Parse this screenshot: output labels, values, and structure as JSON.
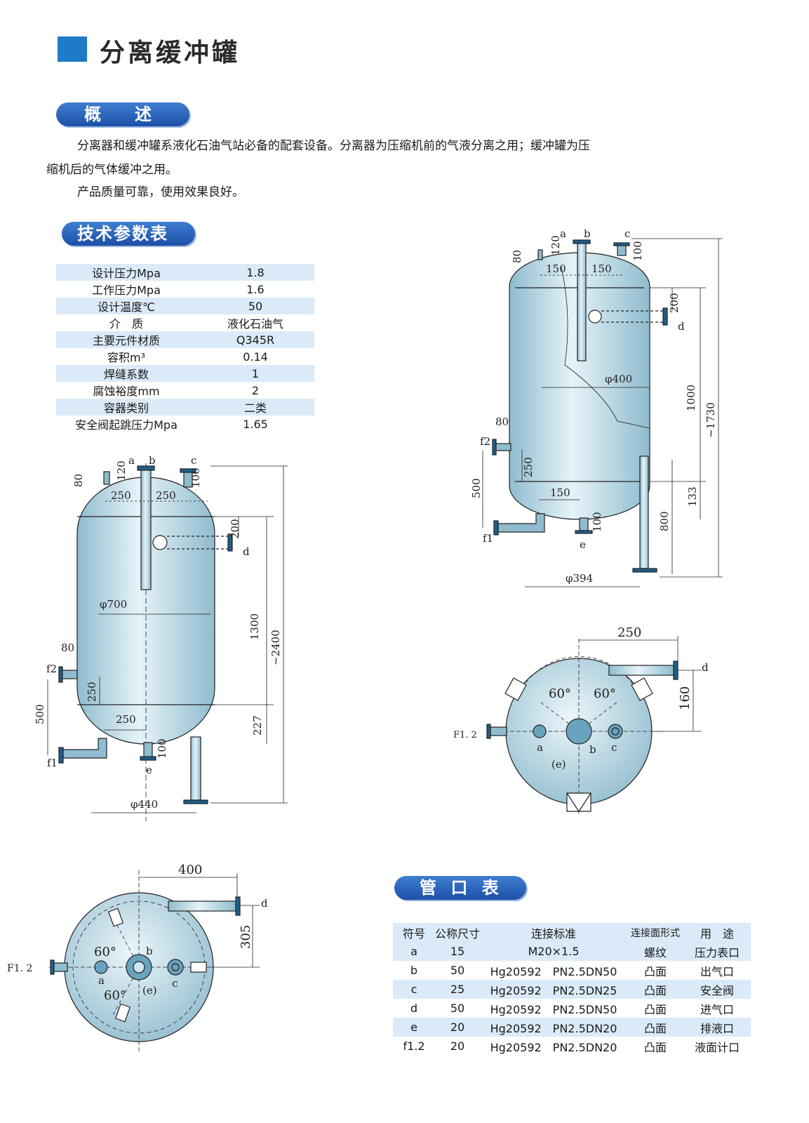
{
  "page_title": "分离缓冲罐",
  "overview": {
    "heading": "概　　述",
    "para1": "分离器和缓冲罐系液化石油气站必备的配套设备。分离器为压缩机前的气液分离之用；缓冲罐为压",
    "para1b": "缩机后的气体缓冲之用。",
    "para2": "产品质量可靠，使用效果良好。"
  },
  "spec": {
    "heading": "技术参数表",
    "rows": [
      {
        "k": "设计压力Mpa",
        "v": "1.8"
      },
      {
        "k": "工作压力Mpa",
        "v": "1.6"
      },
      {
        "k": "设计温度℃",
        "v": "50"
      },
      {
        "k": "介　质",
        "v": "液化石油气"
      },
      {
        "k": "主要元件材质",
        "v": "Q345R"
      },
      {
        "k": "容积m³",
        "v": "0.14"
      },
      {
        "k": "焊缝系数",
        "v": "1"
      },
      {
        "k": "腐蚀裕度mm",
        "v": "2"
      },
      {
        "k": "容器类别",
        "v": "二类"
      },
      {
        "k": "安全阀起跳压力Mpa",
        "v": "1.65"
      }
    ]
  },
  "pipe": {
    "heading": "管 口 表",
    "headers": [
      "符号",
      "公称尺寸",
      "连接标准",
      "连接面形式",
      "用　途"
    ],
    "rows": [
      [
        "a",
        "15",
        "M20×1.5",
        "螺纹",
        "压力表口"
      ],
      [
        "b",
        "50",
        "Hg20592　PN2.5DN50",
        "凸面",
        "出气口"
      ],
      [
        "c",
        "25",
        "Hg20592　PN2.5DN25",
        "凸面",
        "安全阀"
      ],
      [
        "d",
        "50",
        "Hg20592　PN2.5DN50",
        "凸面",
        "进气口"
      ],
      [
        "e",
        "20",
        "Hg20592　PN2.5DN20",
        "凸面",
        "排液口"
      ],
      [
        "f1.2",
        "20",
        "Hg20592　PN2.5DN20",
        "凸面",
        "液面计口"
      ]
    ]
  },
  "large_vessel": {
    "labels": {
      "a": "a",
      "b": "b",
      "c": "c",
      "d": "d",
      "e": "e",
      "f1": "f1",
      "f2": "f2"
    },
    "dims": {
      "d80": "80",
      "d120": "120",
      "d100": "100",
      "w250a": "250",
      "w250b": "250",
      "d200": "200",
      "phi": "φ700",
      "h1300": "1300",
      "h2400": "~2400",
      "h227": "227",
      "h500": "500",
      "h250": "250",
      "w250c": "250",
      "d80b": "80",
      "d100b": "100",
      "phi440": "φ440"
    }
  },
  "small_vessel": {
    "labels": {
      "a": "a",
      "b": "b",
      "c": "c",
      "d": "d",
      "e": "e",
      "f1": "f1",
      "f2": "f2"
    },
    "dims": {
      "d80": "80",
      "d120": "120",
      "d100": "100",
      "w150a": "150",
      "w150b": "150",
      "d200": "200",
      "phi": "φ400",
      "h1000": "1000",
      "h1730": "~1730",
      "h133": "133",
      "h500": "500",
      "h250": "250",
      "w150c": "150",
      "d80b": "80",
      "d100b": "100",
      "h800": "800",
      "phi394": "φ394"
    }
  },
  "top_small": {
    "w": "250",
    "h": "160",
    "ang1": "60°",
    "ang2": "60°",
    "f": "F1. 2",
    "a": "a",
    "b": "b",
    "c": "c",
    "d": "d",
    "e": "(e)"
  },
  "top_large": {
    "w": "400",
    "h": "305",
    "ang1": "60°",
    "ang2": "60°",
    "f": "F1. 2",
    "a": "a",
    "b": "b",
    "c": "c",
    "d": "d",
    "e": "(e)"
  }
}
